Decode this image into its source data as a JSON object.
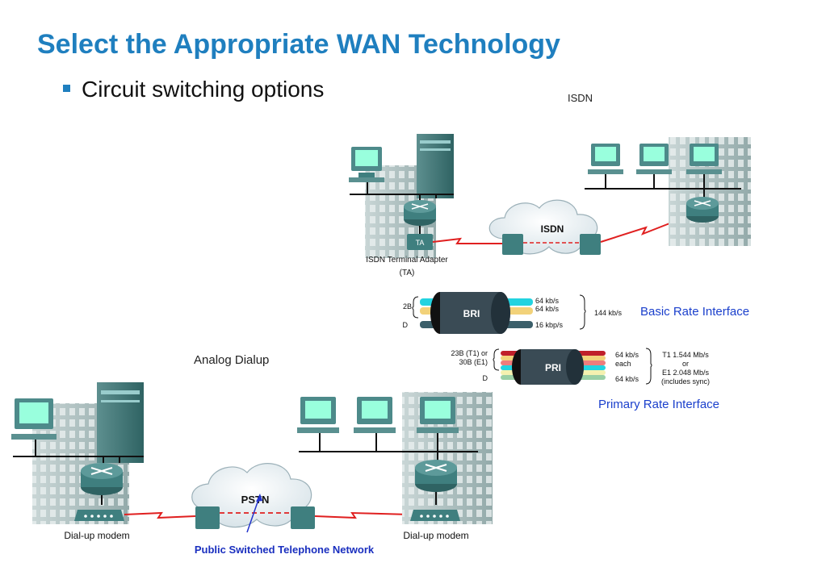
{
  "slide": {
    "title": "Select the Appropriate WAN Technology",
    "bullet": "Circuit switching options"
  },
  "isdn": {
    "heading": "ISDN",
    "cloud_label": "ISDN",
    "ta_badge": "TA",
    "ta_caption_line1": "ISDN Terminal Adapter",
    "ta_caption_line2": "(TA)"
  },
  "bri": {
    "label": "BRI",
    "left_2b": "2B",
    "left_d": "D",
    "rate1": "64 kb/s",
    "rate2": "64 kb/s",
    "rate_d": "16 kbp/s",
    "total": "144 kb/s",
    "name": "Basic Rate Interface"
  },
  "pri": {
    "label": "PRI",
    "left_line1": "23B (T1) or",
    "left_line2": "30B (E1)",
    "left_d": "D",
    "rate_each1": "64 kb/s",
    "rate_each2": "each",
    "rate_d": "64 kb/s",
    "total1": "T1 1.544 Mb/s",
    "total2": "or",
    "total3": "E1 2.048 Mb/s",
    "total4": "(includes sync)",
    "name": "Primary Rate Interface"
  },
  "analog": {
    "heading": "Analog Dialup",
    "cloud_label": "PSTN",
    "modem_left": "Dial-up modem",
    "modem_right": "Dial-up modem",
    "pstn_full": "Public Switched Telephone Network"
  },
  "colors": {
    "title": "#1f7fbf",
    "link": "#2233cc",
    "wan_link": "#e02020",
    "device": "#3f7f7f"
  }
}
